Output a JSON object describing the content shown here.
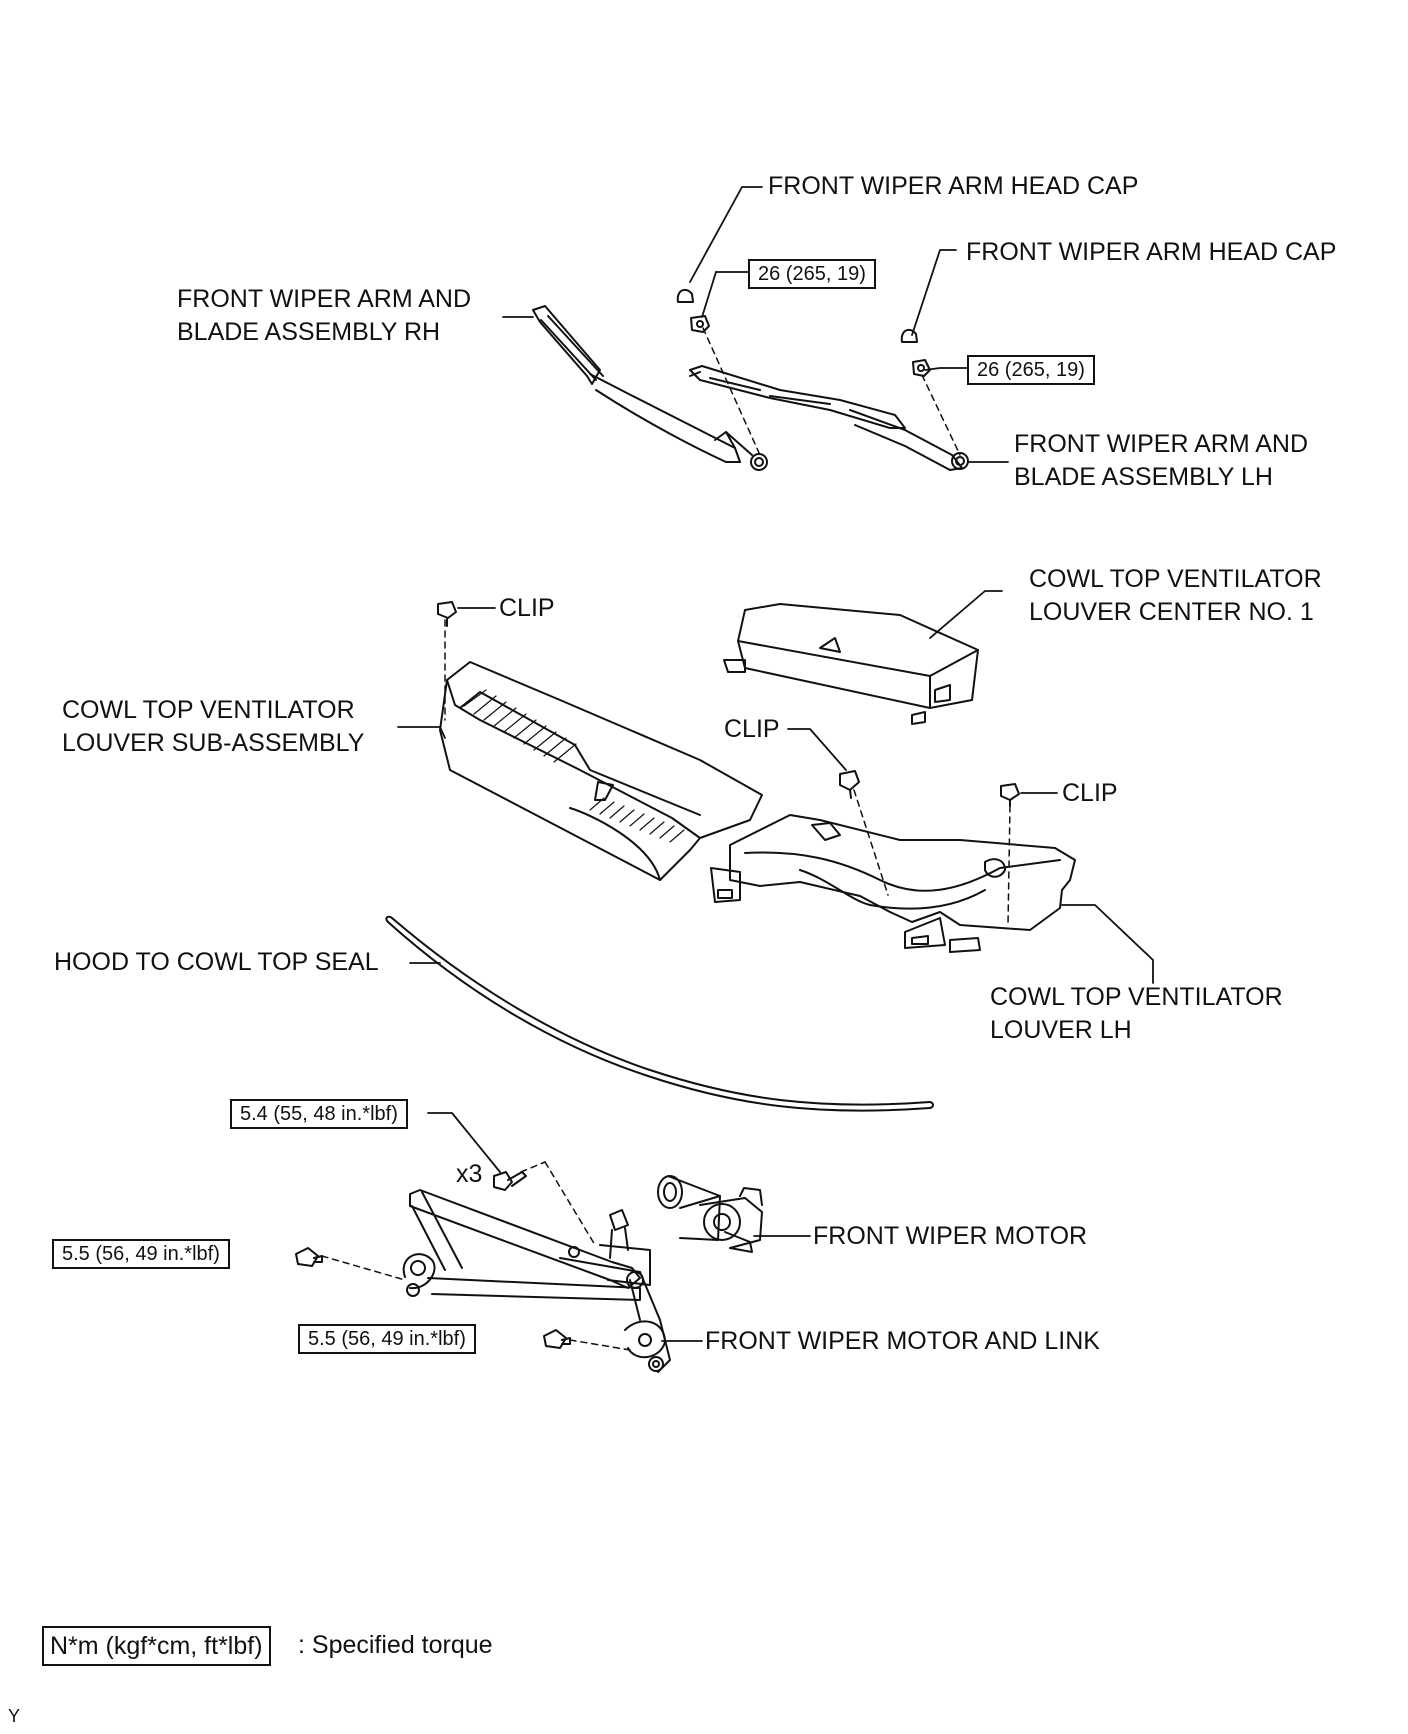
{
  "labels": {
    "head_cap_1": "FRONT WIPER ARM HEAD CAP",
    "head_cap_2": "FRONT WIPER ARM HEAD CAP",
    "arm_rh_l1": "FRONT WIPER ARM AND",
    "arm_rh_l2": "BLADE ASSEMBLY RH",
    "arm_lh_l1": "FRONT WIPER ARM AND",
    "arm_lh_l2": "BLADE ASSEMBLY LH",
    "louver_center_l1": "COWL TOP VENTILATOR",
    "louver_center_l2": "LOUVER CENTER NO. 1",
    "clip_1": "CLIP",
    "clip_2": "CLIP",
    "clip_3": "CLIP",
    "louver_sub_l1": "COWL TOP VENTILATOR",
    "louver_sub_l2": "LOUVER SUB-ASSEMBLY",
    "seal": "HOOD TO COWL TOP SEAL",
    "louver_lh_l1": "COWL TOP VENTILATOR",
    "louver_lh_l2": "LOUVER LH",
    "motor": "FRONT WIPER MOTOR",
    "motor_link": "FRONT WIPER MOTOR AND LINK",
    "qty_x3": "x3"
  },
  "torques": {
    "arm_rh_nut": "26 (265, 19)",
    "arm_lh_nut": "26 (265, 19)",
    "motor_bolts": "5.4 (55, 48 in.*lbf)",
    "link_bolt_left": "5.5 (56, 49 in.*lbf)",
    "link_bolt_lower": "5.5 (56, 49 in.*lbf)"
  },
  "legend": {
    "unit_box": "N*m (kgf*cm, ft*lbf)",
    "description": ": Specified torque"
  },
  "figure_code": "Y"
}
